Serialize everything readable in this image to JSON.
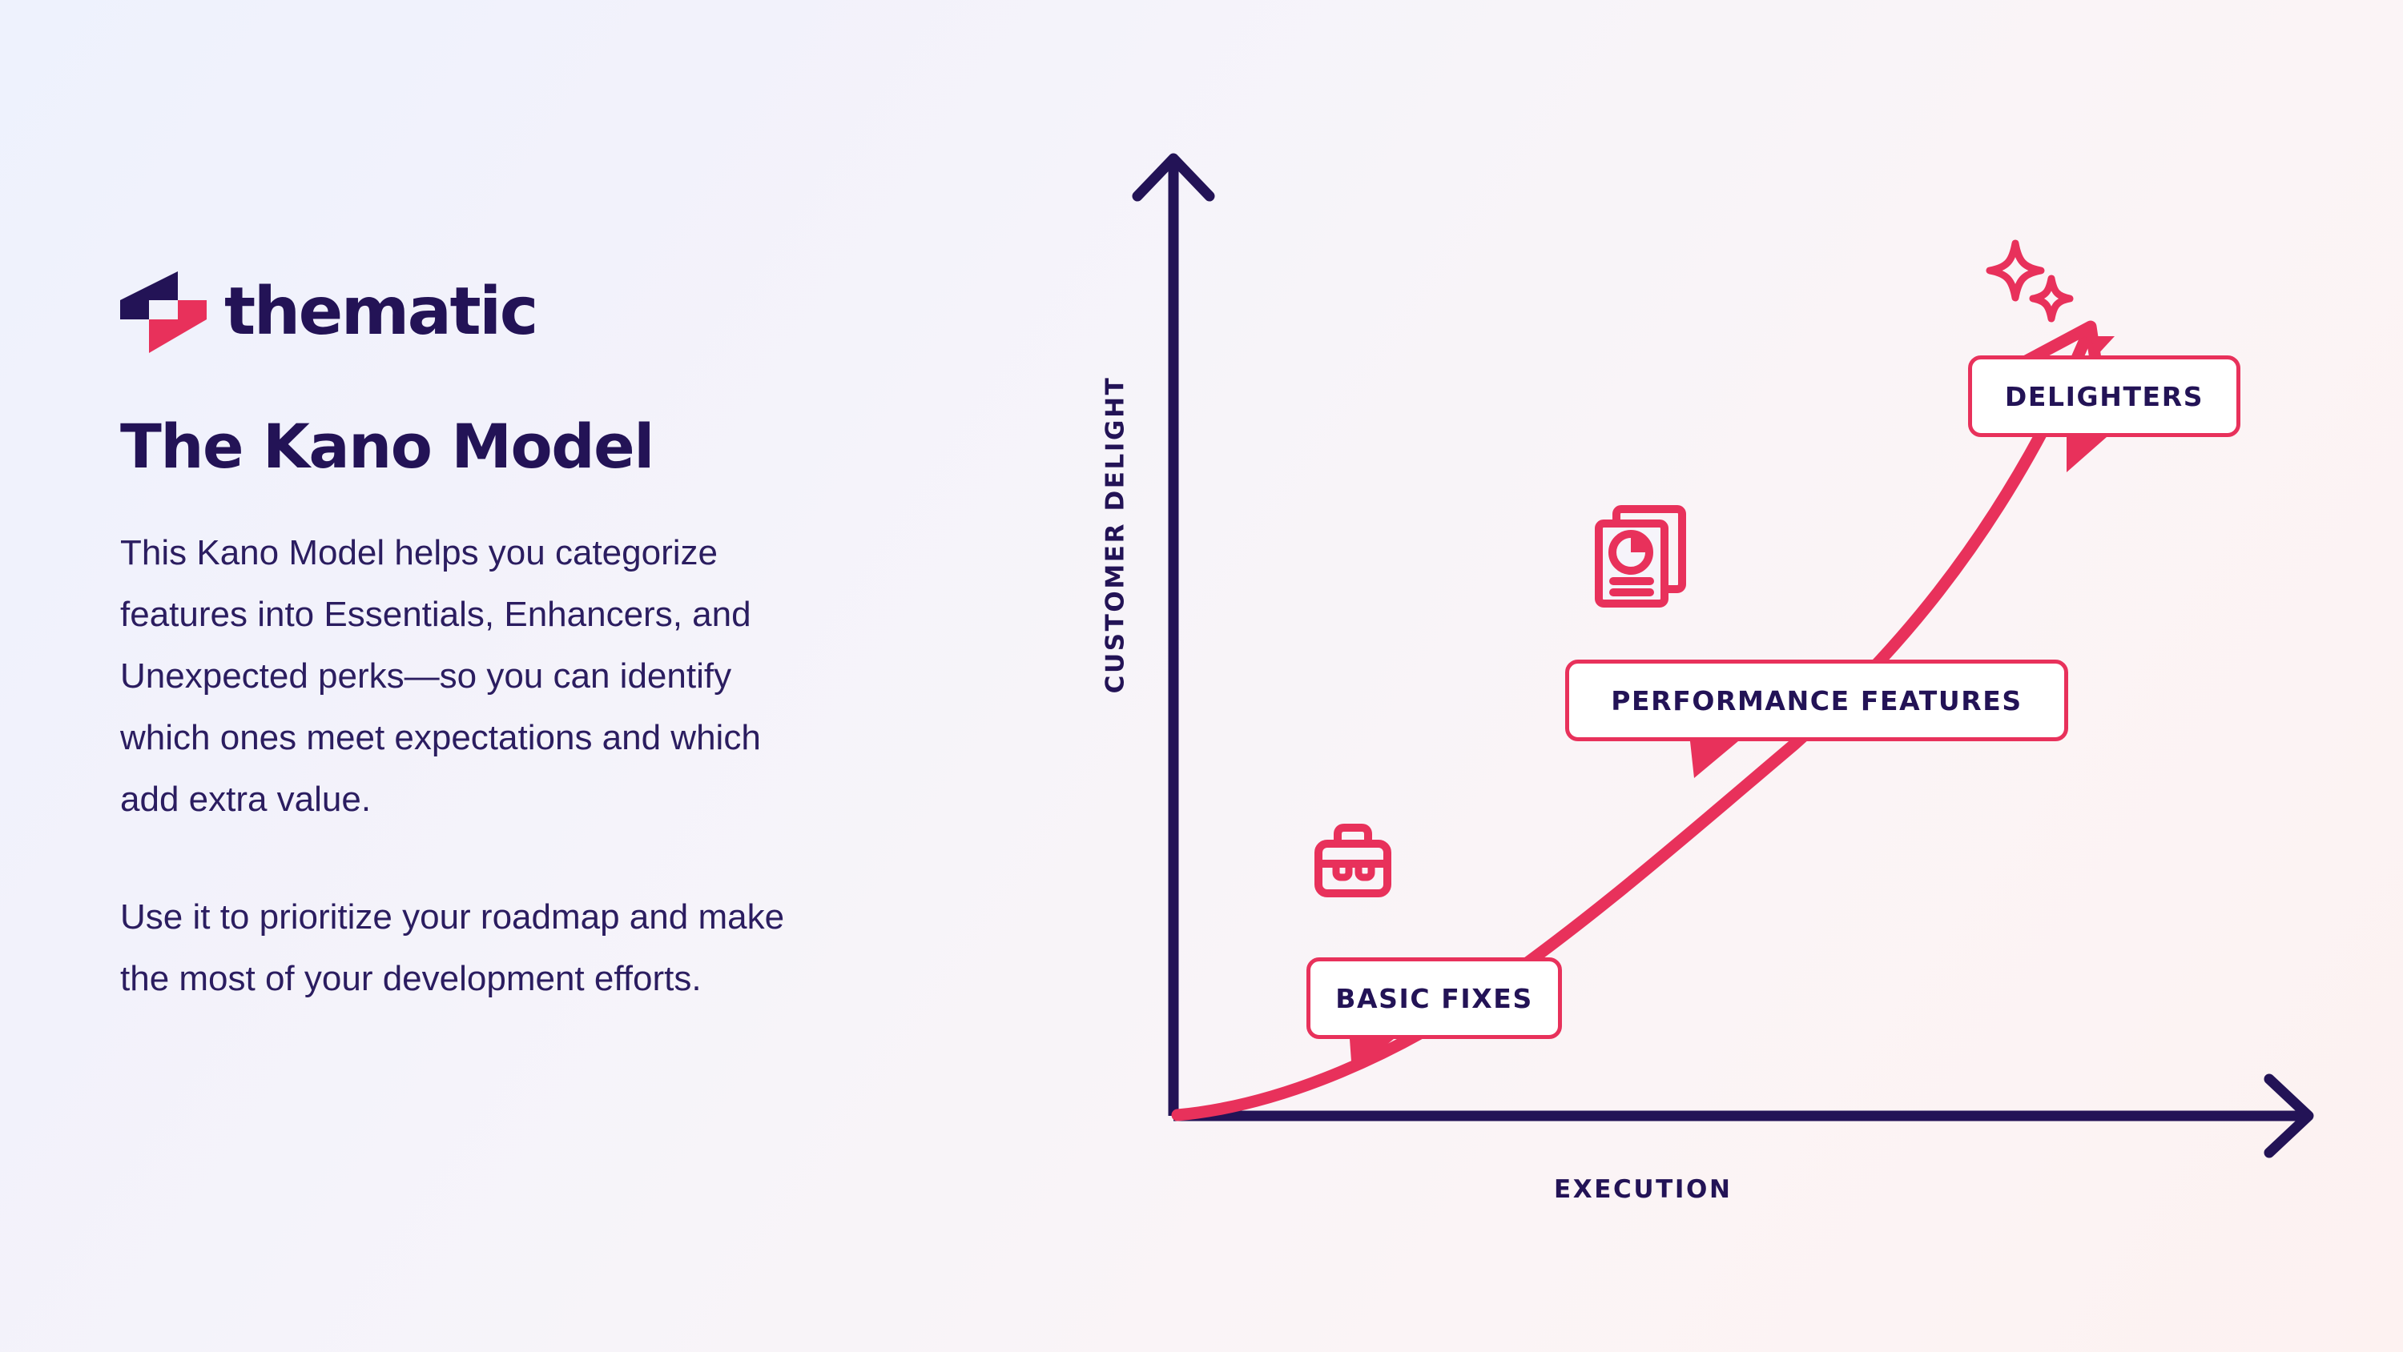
{
  "brand": {
    "logo_mark_name": "thematic-logo-mark",
    "wordmark": "thematic",
    "colors": {
      "navy": "#231356",
      "crimson": "#e8315b"
    }
  },
  "content": {
    "title": "The Kano Model",
    "paragraph_one": "This Kano Model helps you categorize features into Essentials, Enhancers, and Unexpected perks—so you can identify which ones meet expectations and which add extra value.",
    "paragraph_two": "Use it to prioritize  your roadmap and make the most  of your development efforts."
  },
  "chart_data": {
    "type": "line",
    "title": "The Kano Model",
    "xlabel": "EXECUTION",
    "ylabel": "CUSTOMER DELIGHT",
    "grid": false,
    "legend_position": "none",
    "axis_arrows": true,
    "curve_color": "#e8315b",
    "axis_color": "#231356",
    "x": [
      0,
      0.1,
      0.2,
      0.3,
      0.4,
      0.5,
      0.6,
      0.7,
      0.8,
      0.9,
      1.0
    ],
    "y": [
      0,
      0.05,
      0.12,
      0.22,
      0.33,
      0.45,
      0.56,
      0.67,
      0.78,
      0.89,
      1.0
    ],
    "annotations": [
      {
        "label": "BASIC FIXES",
        "icon": "toolbox-icon",
        "x": 0.16,
        "y": 0.13
      },
      {
        "label": "PERFORMANCE FEATURES",
        "icon": "report-chart-icon",
        "x": 0.46,
        "y": 0.5
      },
      {
        "label": "DELIGHTERS",
        "icon": "sparkles-icon",
        "x": 0.8,
        "y": 0.85
      }
    ]
  },
  "axes": {
    "y_label": "CUSTOMER DELIGHT",
    "x_label": "EXECUTION"
  },
  "callouts": [
    {
      "id": "basic-fixes",
      "label": "BASIC FIXES"
    },
    {
      "id": "performance-features",
      "label": "PERFORMANCE FEATURES"
    },
    {
      "id": "delighters",
      "label": "DELIGHTERS"
    }
  ],
  "icons": {
    "toolbox": "toolbox-icon",
    "report": "report-chart-icon",
    "sparkles": "sparkles-icon"
  }
}
